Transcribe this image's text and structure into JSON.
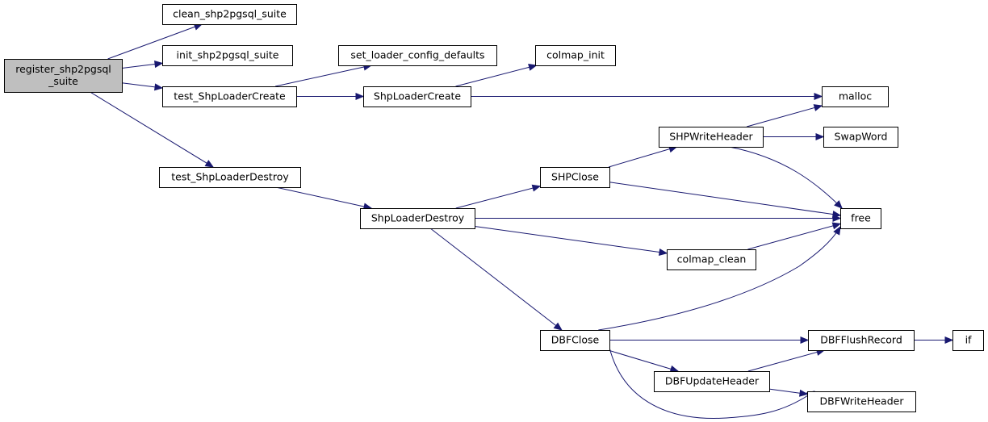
{
  "colors": {
    "edge": "#191970",
    "root_fill": "#bfbfbf",
    "node_fill": "#ffffff",
    "node_border": "#000000"
  },
  "nodes": [
    {
      "id": "register",
      "lines": [
        "register_shp2pgsql",
        "_suite"
      ],
      "root": true
    },
    {
      "id": "clean",
      "lines": [
        "clean_shp2pgsql_suite"
      ]
    },
    {
      "id": "init",
      "lines": [
        "init_shp2pgsql_suite"
      ]
    },
    {
      "id": "test_create",
      "lines": [
        "test_ShpLoaderCreate"
      ]
    },
    {
      "id": "test_destroy",
      "lines": [
        "test_ShpLoaderDestroy"
      ]
    },
    {
      "id": "set_defaults",
      "lines": [
        "set_loader_config_defaults"
      ]
    },
    {
      "id": "loader_create",
      "lines": [
        "ShpLoaderCreate"
      ]
    },
    {
      "id": "colmap_init",
      "lines": [
        "colmap_init"
      ]
    },
    {
      "id": "malloc",
      "lines": [
        "malloc"
      ]
    },
    {
      "id": "shpwriteheader",
      "lines": [
        "SHPWriteHeader"
      ]
    },
    {
      "id": "swapword",
      "lines": [
        "SwapWord"
      ]
    },
    {
      "id": "shpclose",
      "lines": [
        "SHPClose"
      ]
    },
    {
      "id": "loader_destroy",
      "lines": [
        "ShpLoaderDestroy"
      ]
    },
    {
      "id": "free",
      "lines": [
        "free"
      ]
    },
    {
      "id": "colmap_clean",
      "lines": [
        "colmap_clean"
      ]
    },
    {
      "id": "dbfclose",
      "lines": [
        "DBFClose"
      ]
    },
    {
      "id": "dbfflush",
      "lines": [
        "DBFFlushRecord"
      ]
    },
    {
      "id": "if",
      "lines": [
        "if"
      ]
    },
    {
      "id": "dbfupdate",
      "lines": [
        "DBFUpdateHeader"
      ]
    },
    {
      "id": "dbfwrite",
      "lines": [
        "DBFWriteHeader"
      ]
    }
  ],
  "edges": [
    [
      "register",
      "clean"
    ],
    [
      "register",
      "init"
    ],
    [
      "register",
      "test_create"
    ],
    [
      "register",
      "test_destroy"
    ],
    [
      "test_create",
      "set_defaults"
    ],
    [
      "test_create",
      "loader_create"
    ],
    [
      "loader_create",
      "colmap_init"
    ],
    [
      "loader_create",
      "malloc"
    ],
    [
      "test_destroy",
      "loader_destroy"
    ],
    [
      "loader_destroy",
      "shpclose"
    ],
    [
      "loader_destroy",
      "free"
    ],
    [
      "loader_destroy",
      "colmap_clean"
    ],
    [
      "loader_destroy",
      "dbfclose"
    ],
    [
      "shpclose",
      "shpwriteheader"
    ],
    [
      "shpclose",
      "free"
    ],
    [
      "shpwriteheader",
      "malloc"
    ],
    [
      "shpwriteheader",
      "swapword"
    ],
    [
      "shpwriteheader",
      "free"
    ],
    [
      "colmap_clean",
      "free"
    ],
    [
      "dbfclose",
      "free"
    ],
    [
      "dbfclose",
      "dbfflush"
    ],
    [
      "dbfclose",
      "dbfupdate"
    ],
    [
      "dbfclose",
      "dbfwrite"
    ],
    [
      "dbfflush",
      "if"
    ],
    [
      "dbfupdate",
      "dbfflush"
    ],
    [
      "dbfupdate",
      "dbfwrite"
    ]
  ]
}
